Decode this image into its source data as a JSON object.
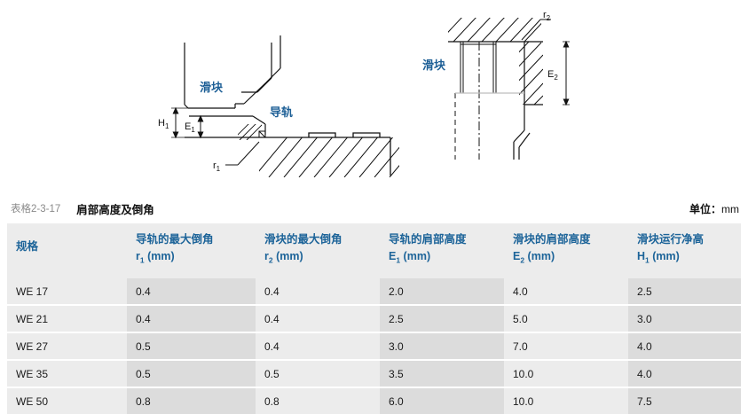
{
  "diagrams": {
    "left": {
      "label_block": "滑块",
      "label_rail": "导轨",
      "dim_h1": "H",
      "dim_h1_sub": "1",
      "dim_e1": "E",
      "dim_e1_sub": "1",
      "dim_r1": "r",
      "dim_r1_sub": "1"
    },
    "right": {
      "label_block": "滑块",
      "dim_e2": "E",
      "dim_e2_sub": "2",
      "dim_r2": "r",
      "dim_r2_sub": "2"
    }
  },
  "caption": {
    "number": "表格2-3-17",
    "title": "肩部高度及倒角",
    "unit_label": "单位",
    "unit_separator": "：",
    "unit_value": "mm"
  },
  "table": {
    "columns": [
      {
        "line1": "规格",
        "line2": "",
        "sub": ""
      },
      {
        "line1": "导轨的最大倒角",
        "line2": "r",
        "sub": "1",
        "line2_suffix": " (mm)"
      },
      {
        "line1": "滑块的最大倒角",
        "line2": "r",
        "sub": "2",
        "line2_suffix": " (mm)"
      },
      {
        "line1": "导轨的肩部高度",
        "line2": "E",
        "sub": "1",
        "line2_suffix": " (mm)"
      },
      {
        "line1": "滑块的肩部高度",
        "line2": "E",
        "sub": "2",
        "line2_suffix": " (mm)"
      },
      {
        "line1": "滑块运行净高",
        "line2": "H",
        "sub": "1",
        "line2_suffix": " (mm)"
      }
    ],
    "rows": [
      {
        "spec": "WE 17",
        "r1": "0.4",
        "r2": "0.4",
        "e1": "2.0",
        "e2": "4.0",
        "h1": "2.5"
      },
      {
        "spec": "WE 21",
        "r1": "0.4",
        "r2": "0.4",
        "e1": "2.5",
        "e2": "5.0",
        "h1": "3.0"
      },
      {
        "spec": "WE 27",
        "r1": "0.5",
        "r2": "0.4",
        "e1": "3.0",
        "e2": "7.0",
        "h1": "4.0"
      },
      {
        "spec": "WE 35",
        "r1": "0.5",
        "r2": "0.5",
        "e1": "3.5",
        "e2": "10.0",
        "h1": "4.0"
      },
      {
        "spec": "WE 50",
        "r1": "0.8",
        "r2": "0.8",
        "e1": "6.0",
        "e2": "10.0",
        "h1": "7.5"
      }
    ]
  },
  "colors": {
    "header_text": "#1d6499",
    "header_bg": "#ececec",
    "row_bg": "#ececec",
    "row_bg_shaded": "#dcdcdc",
    "caption_number": "#8a8a8a",
    "diagram_label": "#1d5f96"
  }
}
